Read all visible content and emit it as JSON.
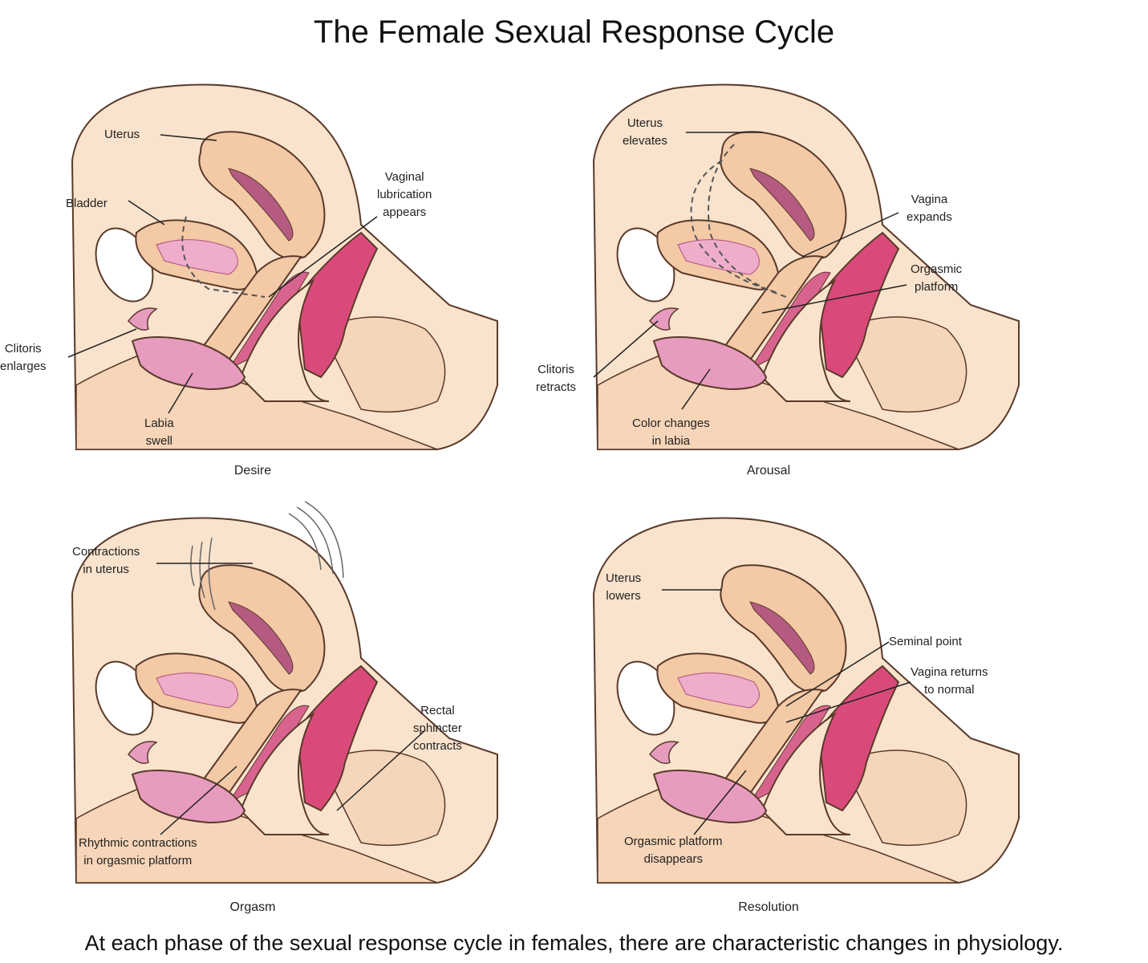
{
  "title": "The Female Sexual Response Cycle",
  "caption": "At each phase of the sexual response cycle in females, there are characteristic changes in physiology.",
  "colors": {
    "skin": "#f7dcc4",
    "tissue": "#f3c9a6",
    "outline": "#5a3a2a",
    "pink": "#e9a0c0",
    "magenta": "#d94a7a",
    "bone": "#ffffff"
  },
  "panels": [
    {
      "phase": "Desire",
      "labels": {
        "l1": "Uterus",
        "l2": "Bladder",
        "l3": "Vaginal\nlubrication\nappears",
        "l4": "Clitoris\nenlarges",
        "l5": "Labia\nswell"
      }
    },
    {
      "phase": "Arousal",
      "labels": {
        "l1": "Uterus\nelevates",
        "l2": "Vagina\nexpands",
        "l3": "Orgasmic\nplatform",
        "l4": "Clitoris\nretracts",
        "l5": "Color changes\nin labia"
      }
    },
    {
      "phase": "Orgasm",
      "labels": {
        "l1": "Contractions\nin uterus",
        "l2": "Rectal\nsphincter\ncontracts",
        "l3": "Rhythmic contractions\nin orgasmic platform"
      }
    },
    {
      "phase": "Resolution",
      "labels": {
        "l1": "Uterus\nlowers",
        "l2": "Seminal point",
        "l3": "Vagina returns\nto normal",
        "l4": "Orgasmic platform\ndisappears"
      }
    }
  ]
}
